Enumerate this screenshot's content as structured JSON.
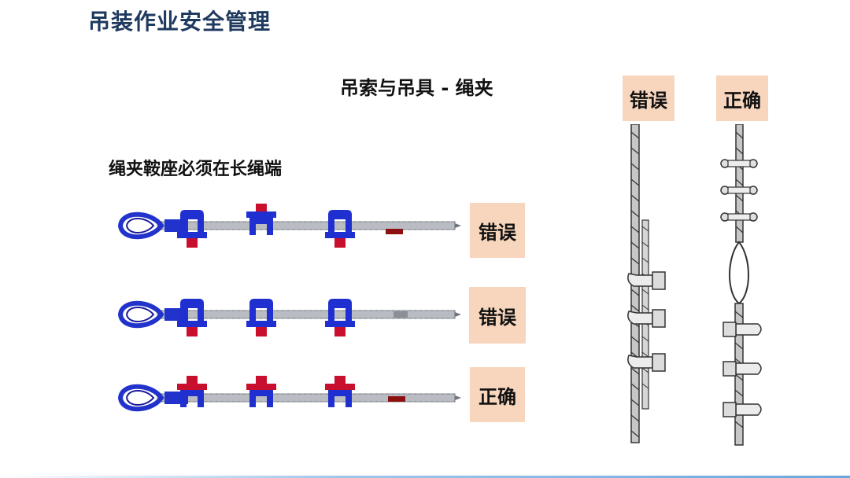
{
  "page": {
    "title": "吊装作业安全管理",
    "subtitle": "吊索与吊具 - 绳夹",
    "rule": "绳夹鞍座必须在长绳端"
  },
  "rows": [
    {
      "label": "错误"
    },
    {
      "label": "错误"
    },
    {
      "label": "正确"
    }
  ],
  "vertical": [
    {
      "label": "错误"
    },
    {
      "label": "正确"
    }
  ],
  "colors": {
    "title": "#1f3a5f",
    "label_bg": "#f7d6bd",
    "clip_blue": "#1f2fd0",
    "saddle_red": "#c8102e",
    "rope": "#b9bcc2"
  }
}
